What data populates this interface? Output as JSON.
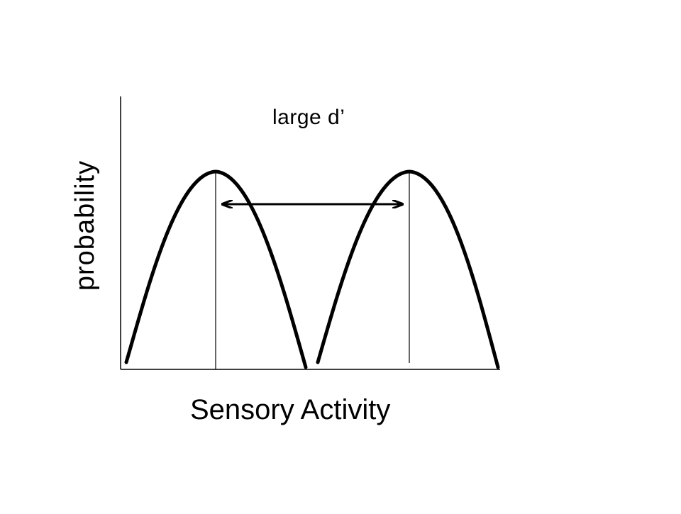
{
  "diagram": {
    "title": "large d’",
    "x_axis_label": "Sensory Activity",
    "y_axis_label": "probability",
    "stroke_color": "#000000",
    "background_color": "#ffffff"
  }
}
